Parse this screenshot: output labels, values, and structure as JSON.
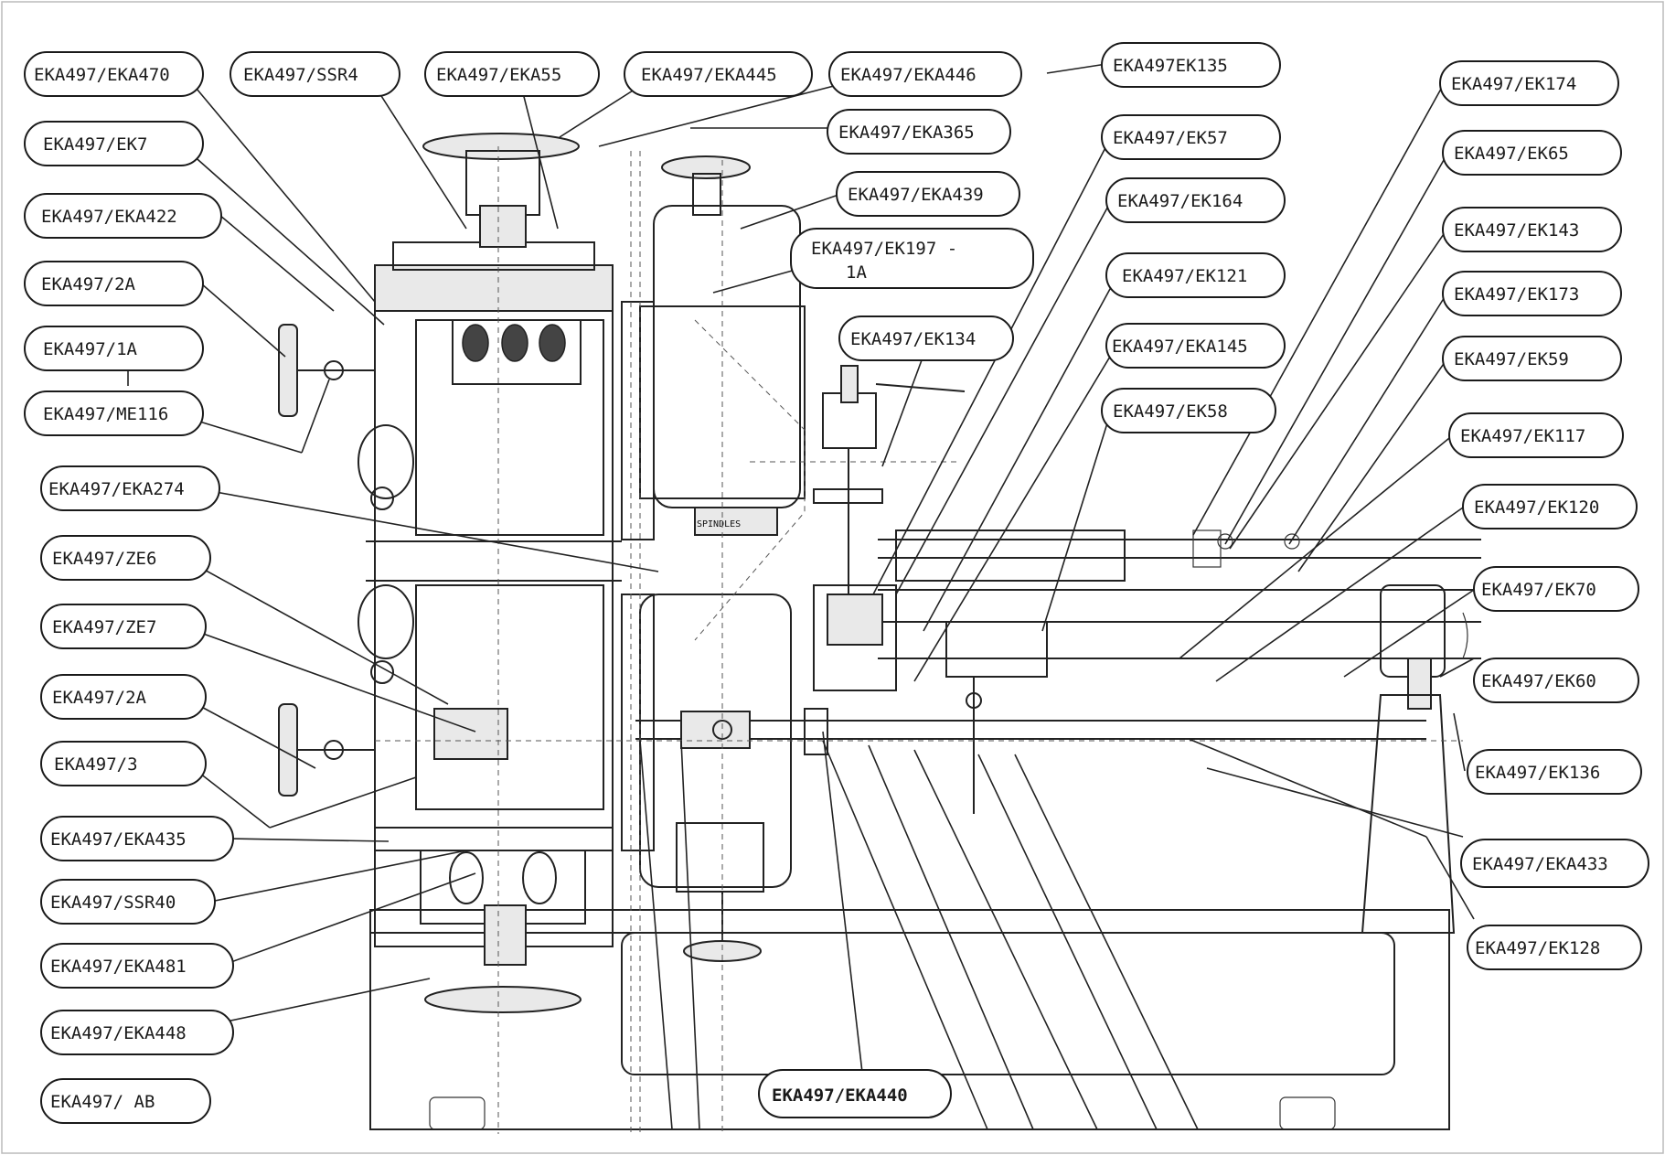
{
  "labels": [
    {
      "id": "l1",
      "text": "EKA497/EKA470"
    },
    {
      "id": "l2",
      "text": "EKA497/SSR4"
    },
    {
      "id": "l3",
      "text": "EKA497/EKA55"
    },
    {
      "id": "l4",
      "text": "EKA497/EKA445"
    },
    {
      "id": "l5",
      "text": "EKA497/EKA446"
    },
    {
      "id": "l6",
      "text": "EKA497EK135"
    },
    {
      "id": "l7",
      "text": "EKA497/EK174"
    },
    {
      "id": "l8",
      "text": "EKA497/EK7"
    },
    {
      "id": "l9",
      "text": "EKA497/EKA365"
    },
    {
      "id": "l10",
      "text": "EKA497/EK57"
    },
    {
      "id": "l11",
      "text": "EKA497/EK65"
    },
    {
      "id": "l12",
      "text": "EKA497/EKA422"
    },
    {
      "id": "l13",
      "text": "EKA497/EKA439"
    },
    {
      "id": "l14",
      "text": "EKA497/EK164"
    },
    {
      "id": "l15",
      "text": "EKA497/EK143"
    },
    {
      "id": "l16",
      "text": "EKA497/2A"
    },
    {
      "id": "l17",
      "text": "EKA497/EK197 -"
    },
    {
      "id": "l17b",
      "text": "1A"
    },
    {
      "id": "l18",
      "text": "EKA497/EK121"
    },
    {
      "id": "l19",
      "text": "EKA497/EK173"
    },
    {
      "id": "l20",
      "text": "EKA497/1A"
    },
    {
      "id": "l21",
      "text": "EKA497/EK134"
    },
    {
      "id": "l22",
      "text": "EKA497/EKA145"
    },
    {
      "id": "l23",
      "text": "EKA497/EK59"
    },
    {
      "id": "l24",
      "text": "EKA497/ME116"
    },
    {
      "id": "l25",
      "text": "EKA497/EK58"
    },
    {
      "id": "l26",
      "text": "EKA497/EK117"
    },
    {
      "id": "l27",
      "text": "EKA497/EKA274"
    },
    {
      "id": "l28",
      "text": "EKA497/EK120"
    },
    {
      "id": "l29",
      "text": "EKA497/ZE6"
    },
    {
      "id": "l30",
      "text": "EKA497/EK70"
    },
    {
      "id": "l31",
      "text": "EKA497/ZE7"
    },
    {
      "id": "l32",
      "text": "EKA497/EK60"
    },
    {
      "id": "l33",
      "text": "EKA497/2A"
    },
    {
      "id": "l34",
      "text": "EKA497/EK136"
    },
    {
      "id": "l35",
      "text": "EKA497/3"
    },
    {
      "id": "l36",
      "text": "EKA497/EKA435"
    },
    {
      "id": "l37",
      "text": "EKA497/EKA433"
    },
    {
      "id": "l38",
      "text": "EKA497/SSR40"
    },
    {
      "id": "l39",
      "text": "EKA497/EK128"
    },
    {
      "id": "l40",
      "text": "EKA497/EKA481"
    },
    {
      "id": "l41",
      "text": "EKA497/EKA448"
    },
    {
      "id": "l42",
      "text": "EKA497/EKA440"
    },
    {
      "id": "l43",
      "text": "EKA497/    AB"
    }
  ],
  "machine_marking": "SPINDLES"
}
